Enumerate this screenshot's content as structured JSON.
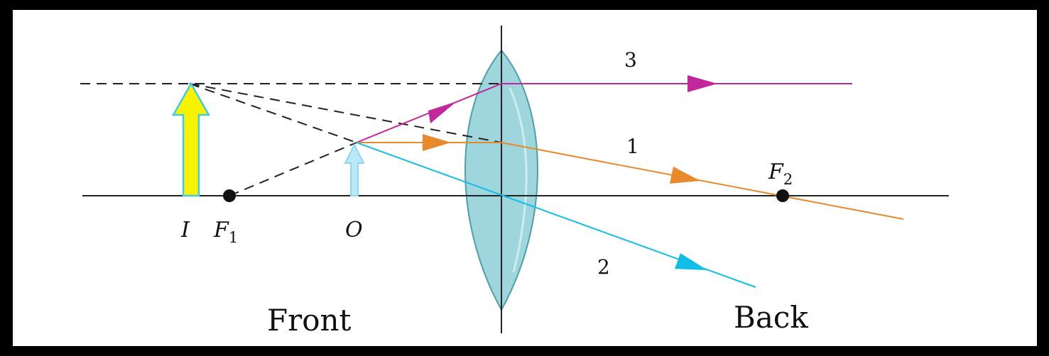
{
  "colors": {
    "ray1": "#e8892c",
    "ray2": "#12bde8",
    "ray3": "#c2279b",
    "image_arrow": "#f7f200",
    "image_arrow_outline": "#46c8ea",
    "object_arrow": "#b9e9f7",
    "lens_fill": "#9fd5dc",
    "lens_edge": "#4f9fa8"
  },
  "labels": {
    "image": "I",
    "f1": "F",
    "f1_sub": "1",
    "object": "O",
    "f2": "F",
    "f2_sub": "2",
    "ray1": "1",
    "ray2": "2",
    "ray3": "3",
    "front": "Front",
    "back": "Back"
  }
}
